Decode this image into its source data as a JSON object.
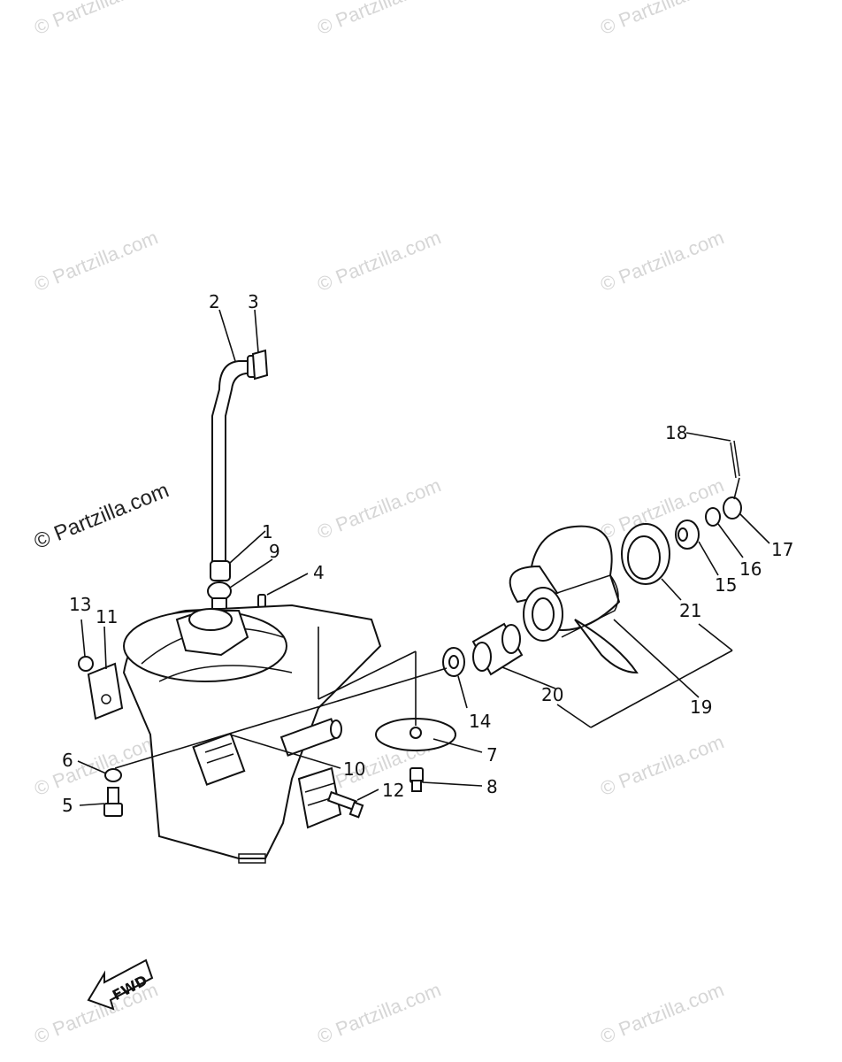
{
  "watermark": {
    "text": "© Partzilla.com"
  },
  "callouts": [
    "1",
    "2",
    "3",
    "4",
    "5",
    "6",
    "7",
    "8",
    "9",
    "10",
    "11",
    "12",
    "13",
    "14",
    "15",
    "16",
    "17",
    "18",
    "19",
    "20",
    "21"
  ],
  "fwd_label": "FWD"
}
